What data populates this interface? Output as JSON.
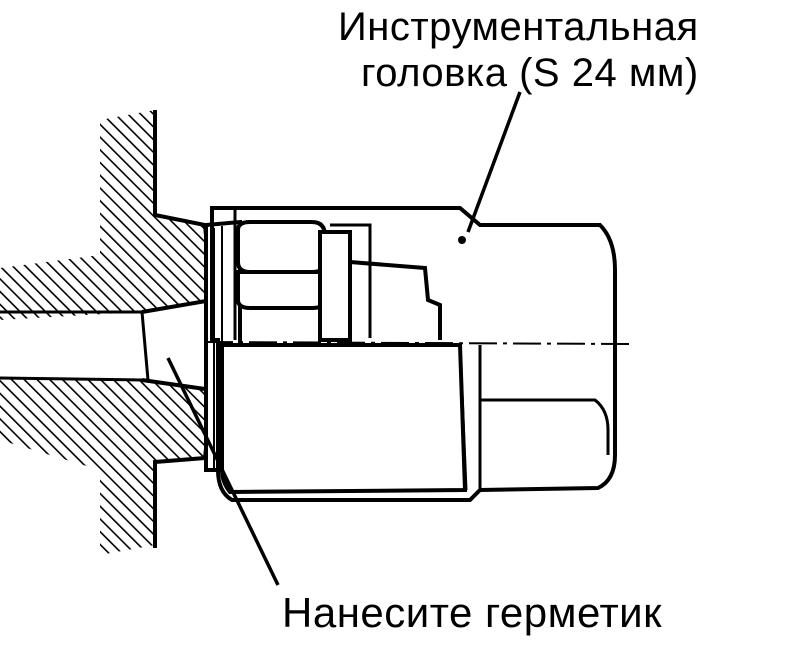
{
  "labels": {
    "socket_line1": "Инструментальная",
    "socket_line2": "головка (S 24 мм)",
    "sealant": "Нанесите герметик"
  },
  "colors": {
    "ink": "#000000",
    "paper": "#ffffff"
  }
}
